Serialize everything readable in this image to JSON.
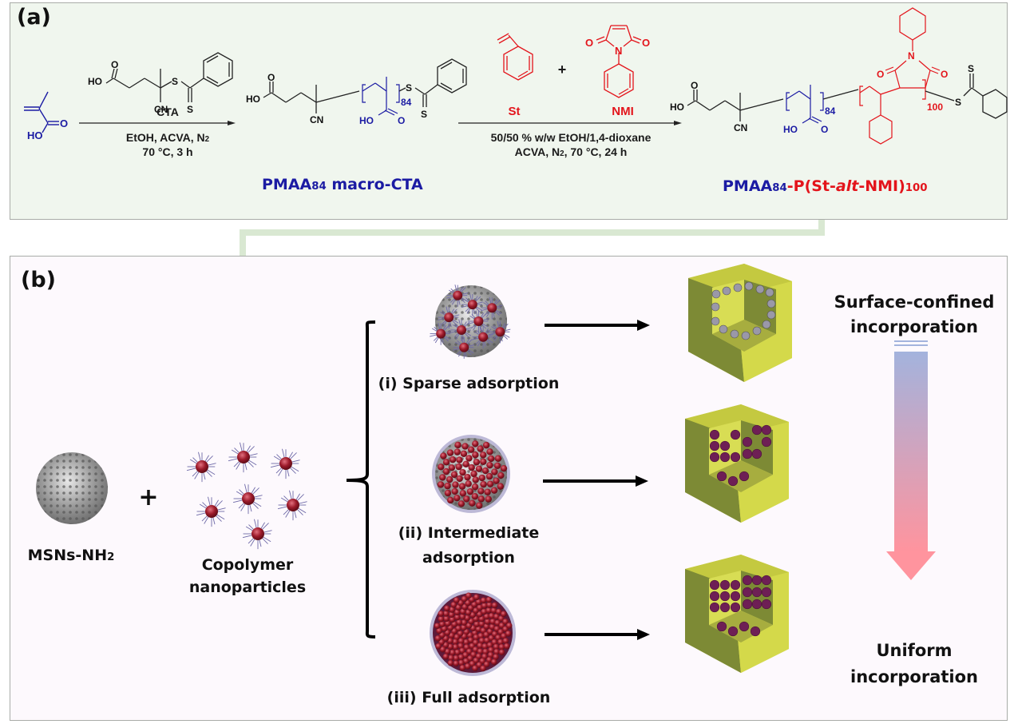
{
  "panel_a": {
    "label": "(a)",
    "monomer_maa": {
      "atom_o": "O",
      "atom_ho": "HO"
    },
    "step1": {
      "reagent_atoms": {
        "o": "O",
        "ho": "HO",
        "s1": "S",
        "s2": "S",
        "cn": "CN"
      },
      "reagent_name": "CTA",
      "conditions_line1_main": "EtOH, ACVA, N",
      "conditions_line1_sub": "2",
      "conditions_line2": "70 °C, 3 h"
    },
    "macro_cta": {
      "atoms": {
        "o": "O",
        "ho": "HO",
        "cn": "CN",
        "ho2": "HO",
        "o2": "O",
        "s1": "S",
        "s2": "S"
      },
      "dp": "84",
      "name_main": "PMAA",
      "name_sub": "84",
      "name_rest": " macro-CTA"
    },
    "step2": {
      "monomer1_label": "St",
      "plus": "+",
      "monomer2_label": "NMI",
      "monomer2_atoms": {
        "o1": "O",
        "n": "N",
        "o2": "O"
      },
      "conditions_line1": "50/50 % w/w EtOH/1,4-dioxane",
      "conditions_line2_pre": "ACVA, N",
      "conditions_line2_sub": "2",
      "conditions_line2_post": ", 70 °C, 24 h"
    },
    "product": {
      "atoms": {
        "o": "O",
        "ho": "HO",
        "cn": "CN",
        "ho2": "HO",
        "o2": "O",
        "o3": "O",
        "n": "N",
        "o4": "O",
        "s1": "S",
        "s2": "S"
      },
      "dp1": "84",
      "dp2": "100",
      "name_part1": "PMAA",
      "name_part1_sub": "84",
      "name_dash": "-",
      "name_part2_pre": "P(St-",
      "name_part2_italic": "alt",
      "name_part2_post": "-NMI)",
      "name_part2_sub": "100"
    }
  },
  "panel_b": {
    "label": "(b)",
    "msn_label_main": "MSNs-NH",
    "msn_label_sub": "2",
    "plus": "+",
    "copolymer_label_line1": "Copolymer",
    "copolymer_label_line2": "nanoparticles",
    "regimes": [
      {
        "caption_line1": "(i) Sparse adsorption",
        "caption_line2": "",
        "coverage": "sparse"
      },
      {
        "caption_line1": "(ii) Intermediate",
        "caption_line2": "adsorption",
        "coverage": "intermediate"
      },
      {
        "caption_line1": "(iii) Full adsorption",
        "caption_line2": "",
        "coverage": "full"
      }
    ],
    "trend_top_line1": "Surface-confined",
    "trend_top_line2": "incorporation",
    "trend_bottom_line1": "Uniform",
    "trend_bottom_line2": "incorporation"
  },
  "colors": {
    "panel_a_bg": "#f0f6ee",
    "panel_b_bg": "#fdf9fd",
    "connector": "#d9e8d2",
    "maa_blue": "#1b1ba3",
    "st_nmi_red": "#e3141b",
    "cube_light": "#d4d94a",
    "cube_dark": "#7d8a35",
    "particle": "#8c1a2e",
    "gradient_top": "#a3b3dd",
    "gradient_bottom": "#ff949e"
  }
}
